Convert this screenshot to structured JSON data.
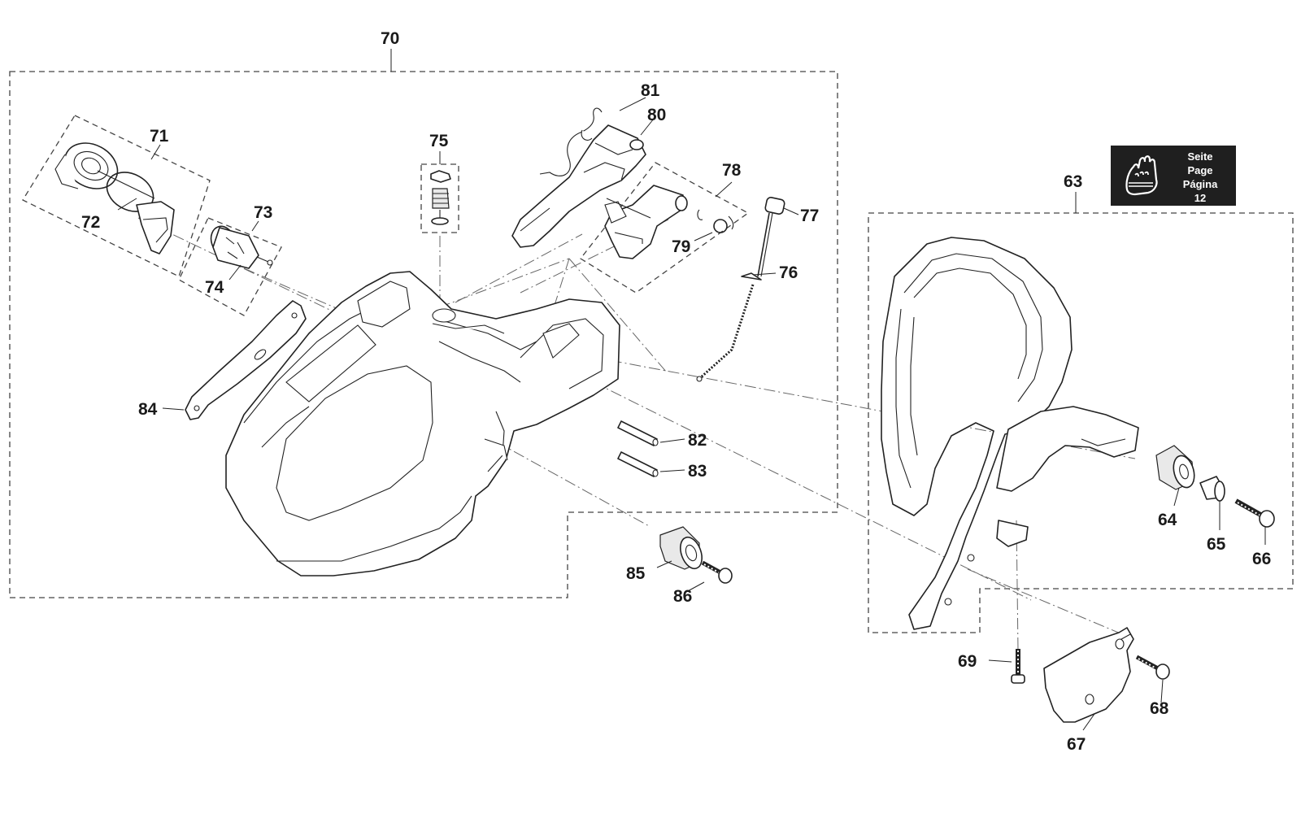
{
  "callouts": {
    "c63": "63",
    "c64": "64",
    "c65": "65",
    "c66": "66",
    "c67": "67",
    "c68": "68",
    "c69": "69",
    "c70": "70",
    "c71": "71",
    "c72": "72",
    "c73": "73",
    "c74": "74",
    "c75": "75",
    "c76": "76",
    "c77": "77",
    "c78": "78",
    "c79": "79",
    "c80": "80",
    "c81": "81",
    "c82": "82",
    "c83": "83",
    "c84": "84",
    "c85": "85",
    "c86": "86"
  },
  "page_reference": {
    "line1": "Seite",
    "line2": "Page",
    "line3": "Página",
    "page_number": "12",
    "icon": "gloved-hand-icon"
  }
}
